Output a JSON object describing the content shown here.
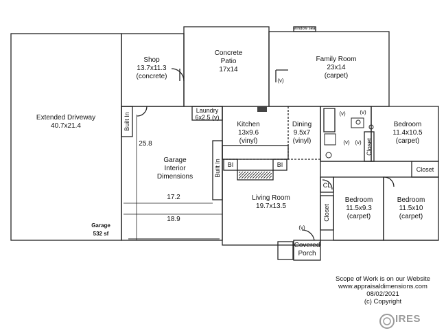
{
  "rooms": {
    "driveway": {
      "name": "Extended Driveway",
      "dims": "40.7x21.4"
    },
    "shop": {
      "name": "Shop",
      "dims": "13.7x11.3",
      "floor": "(concrete)"
    },
    "patio": {
      "name1": "Concrete",
      "name2": "Patio",
      "dims": "17x14"
    },
    "family": {
      "name": "Family Room",
      "dims": "23x14",
      "floor": "(carpet)"
    },
    "laundry": {
      "name": "Laundry",
      "dims": "6x2.5"
    },
    "kitchen": {
      "name": "Kitchen",
      "dims": "13x9.6",
      "floor": "(vinyl)"
    },
    "dining": {
      "name": "Dining",
      "dims": "9.5x7",
      "floor": "(vinyl)"
    },
    "bedroom1": {
      "name": "Bedroom",
      "dims": "11.4x10.5",
      "floor": "(carpet)"
    },
    "bedroom2": {
      "name": "Bedroom",
      "dims": "11.5x9.3",
      "floor": "(carpet)"
    },
    "bedroom3": {
      "name": "Bedroom",
      "dims": "11.5x10",
      "floor": "(carpet)"
    },
    "living": {
      "name": "Living Room",
      "dims": "19.7x13.5"
    },
    "garage_interior": {
      "line1": "Garage",
      "line2": "Interior",
      "line3": "Dimensions"
    },
    "garage": {
      "name": "Garage",
      "area": "532 sf"
    },
    "porch": {
      "line1": "Covered",
      "line2": "Porch"
    }
  },
  "labels": {
    "built_in": "Built In",
    "bi": "BI",
    "closet": "Closet",
    "cl": "CL",
    "v": "(v)",
    "window_seat": "window seat"
  },
  "dimensions": {
    "garage_depth": "25.8",
    "garage_width_inner": "17.2",
    "garage_width_outer": "18.9"
  },
  "footer": {
    "line1": "Scope of Work is on our Website",
    "line2": "www.appraisaldimensions.com",
    "line3": "08/02/2021",
    "line4": "(c) Copyright"
  },
  "logo": {
    "text": "IRES"
  }
}
